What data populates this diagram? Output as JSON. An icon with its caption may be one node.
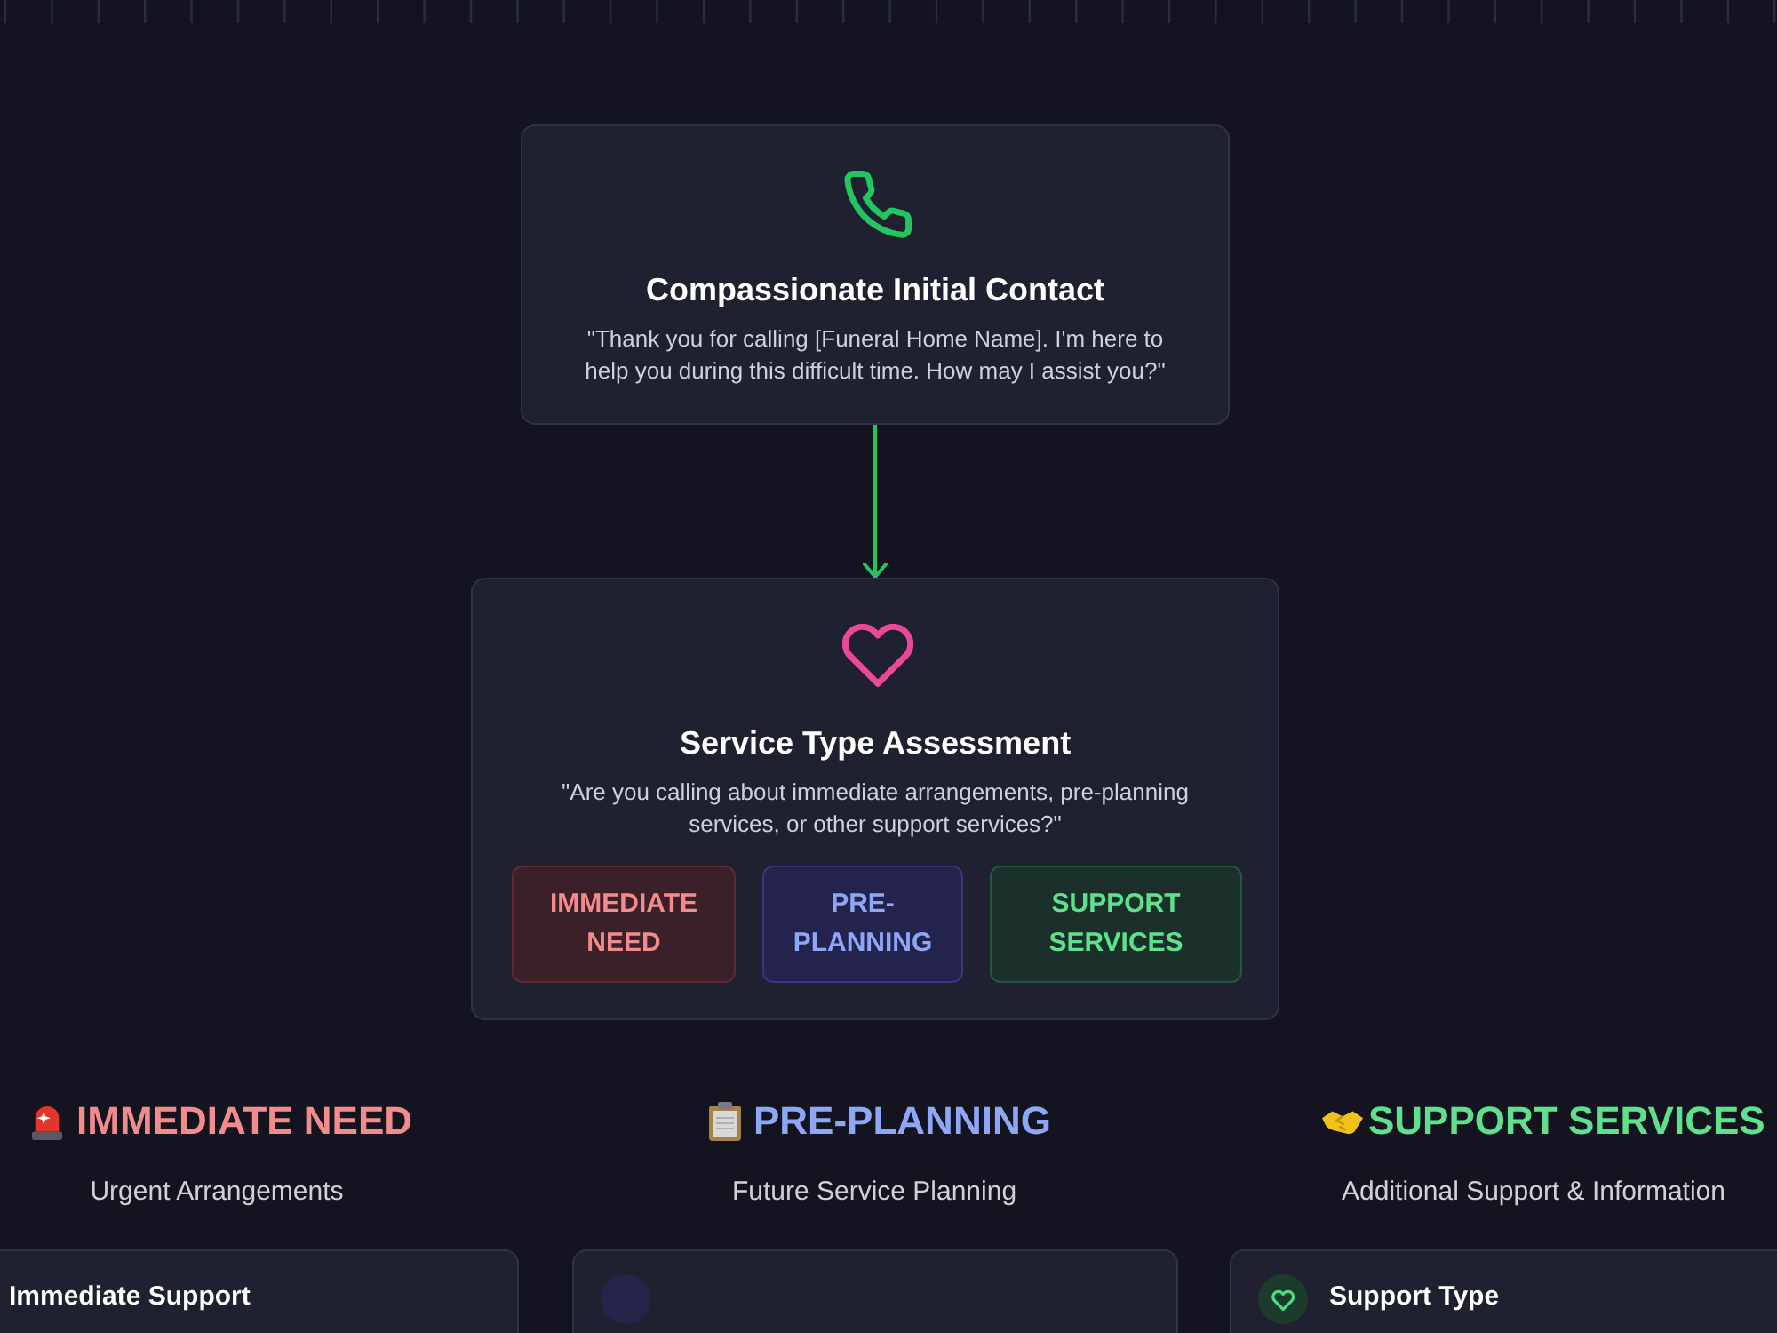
{
  "diagram": {
    "nodes": [
      {
        "text": [
          "Compassionate Initial Contact",
          "\"Thank you for calling [Funeral Home Name]. I'm here to help you during this difficult time. How may I assist you?\""
        ]
      },
      {
        "text": [
          "Service Type Assessment",
          "\"Are you calling about immediate arrangements, pre-planning services, or other support services?\""
        ]
      },
      {
        "text": [
          "IMMEDIATE NEED"
        ],
        "in": 1
      },
      {
        "text": [
          "PRE-PLANNING"
        ],
        "in": 1
      },
      {
        "text": [
          "SUPPORT SERVICES"
        ],
        "in": 1
      },
      {
        "text": [
          "Immediate Support"
        ]
      },
      {
        "text": [],
        "shape": "box"
      },
      {
        "text": [
          "Support Type"
        ]
      }
    ],
    "edges": [
      {
        "from": 0,
        "to": 1,
        "arrow": "to"
      }
    ],
    "labels": [
      "IMMEDIATE NEED",
      "Urgent Arrangements",
      "PRE-PLANNING",
      "Future Service Planning",
      "SUPPORT SERVICES",
      "Additional Support & Information"
    ]
  }
}
